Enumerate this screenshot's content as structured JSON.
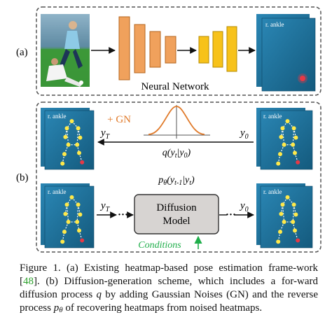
{
  "panel_a": {
    "label": "(a)",
    "network_label": "Neural Network",
    "input_heatmap_label": "r. ankle"
  },
  "panel_b": {
    "label": "(b)",
    "heatmap_label": "r. ankle",
    "noise_label": "+ GN",
    "forward_expr": {
      "q": "q(y",
      "t": "t",
      "bar": "|y",
      "zero": "0",
      "close": ")"
    },
    "reverse_expr": {
      "p": "p",
      "theta": "θ",
      "y": "(y",
      "tm1": "t-1",
      "bar": "|y",
      "t": "t",
      "close": ")"
    },
    "y_T": {
      "base": "y",
      "sub": "T"
    },
    "y_0": {
      "base": "y",
      "sub": "0"
    },
    "dots": "···",
    "diffusion_box": {
      "line1": "Diffusion",
      "line2": "Model"
    },
    "conditions_label": "Conditions"
  },
  "caption": {
    "prefix": "Figure 1. (a) Existing heatmap-based pose estimation frame-work [",
    "ref": "48",
    "middle": "]. (b) Diffusion-generation scheme, which includes a for-ward diffusion process ",
    "q": "q",
    "after_q": " by adding Gaussian Noises (GN) and the reverse process ",
    "p": "p",
    "theta": "θ",
    "suffix": " of recovering heatmaps from noised heatmaps."
  },
  "colors": {
    "encoder": "#f0a15c",
    "decoder": "#f7c21a",
    "heatmap_bg": "#1f6f9a",
    "keypoint": "#ffe94a",
    "conditions": "#1fae4a",
    "noise": "#e07a2a",
    "box_fill": "#d7d4d2"
  }
}
